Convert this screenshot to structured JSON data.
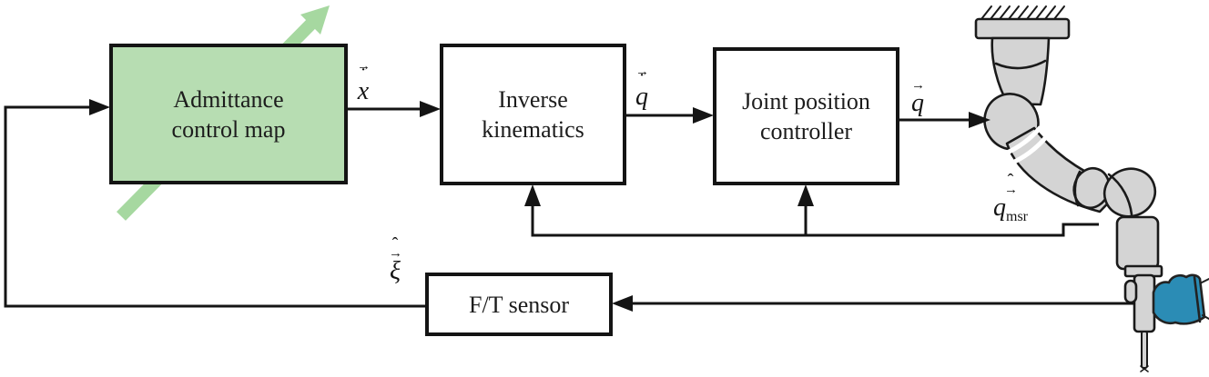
{
  "figure": {
    "type": "control-block-diagram",
    "blocks": {
      "admittance": {
        "line1": "Admittance",
        "line2": "control map"
      },
      "inverse_kinematics": {
        "line1": "Inverse",
        "line2": "kinematics"
      },
      "joint_position_controller": {
        "line1": "Joint position",
        "line2": "controller"
      },
      "ft_sensor": {
        "label": "F/T sensor"
      }
    },
    "signal_labels": {
      "x_dot_vec": {
        "arrow": "→",
        "dot": "˙",
        "base": "x"
      },
      "q_dot_vec": {
        "arrow": "→",
        "dot": "˙",
        "base": "q"
      },
      "q_vec": {
        "arrow": "→",
        "base": "q"
      },
      "q_msr_hat_vec": {
        "hat": "ˆ",
        "arrow": "→",
        "base": "q",
        "subscript": "msr"
      },
      "xi_hat_vec": {
        "hat": "ˆ",
        "arrow": "→",
        "base": "ξ"
      }
    },
    "colors": {
      "admittance_fill": "#b7ddb2",
      "tunable_arrow_green": "#a6d8a0",
      "robot_body_gray": "#d4d4d4",
      "hand_glove_blue": "#2b8cb5",
      "line_black": "#141414"
    }
  }
}
